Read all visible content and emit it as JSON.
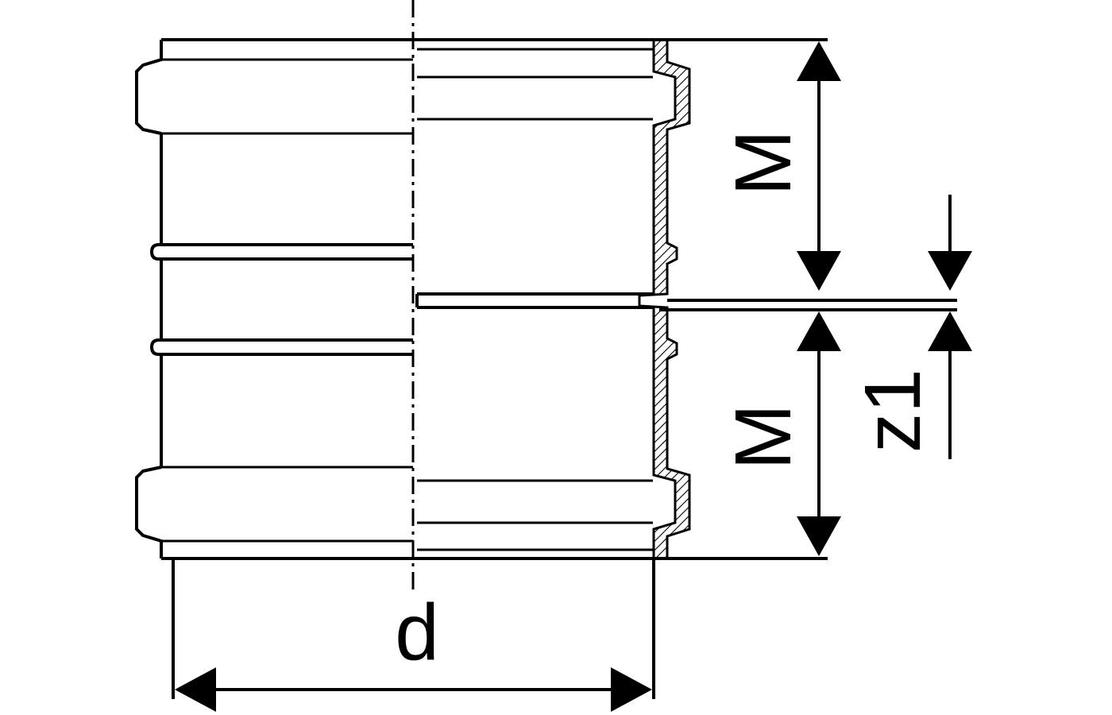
{
  "diagram": {
    "labels": {
      "diameter": "d",
      "socket_depth_top": "M",
      "socket_depth_bottom": "M",
      "center_offset": "z1"
    },
    "colors": {
      "line": "#000000",
      "background": "#ffffff"
    }
  }
}
